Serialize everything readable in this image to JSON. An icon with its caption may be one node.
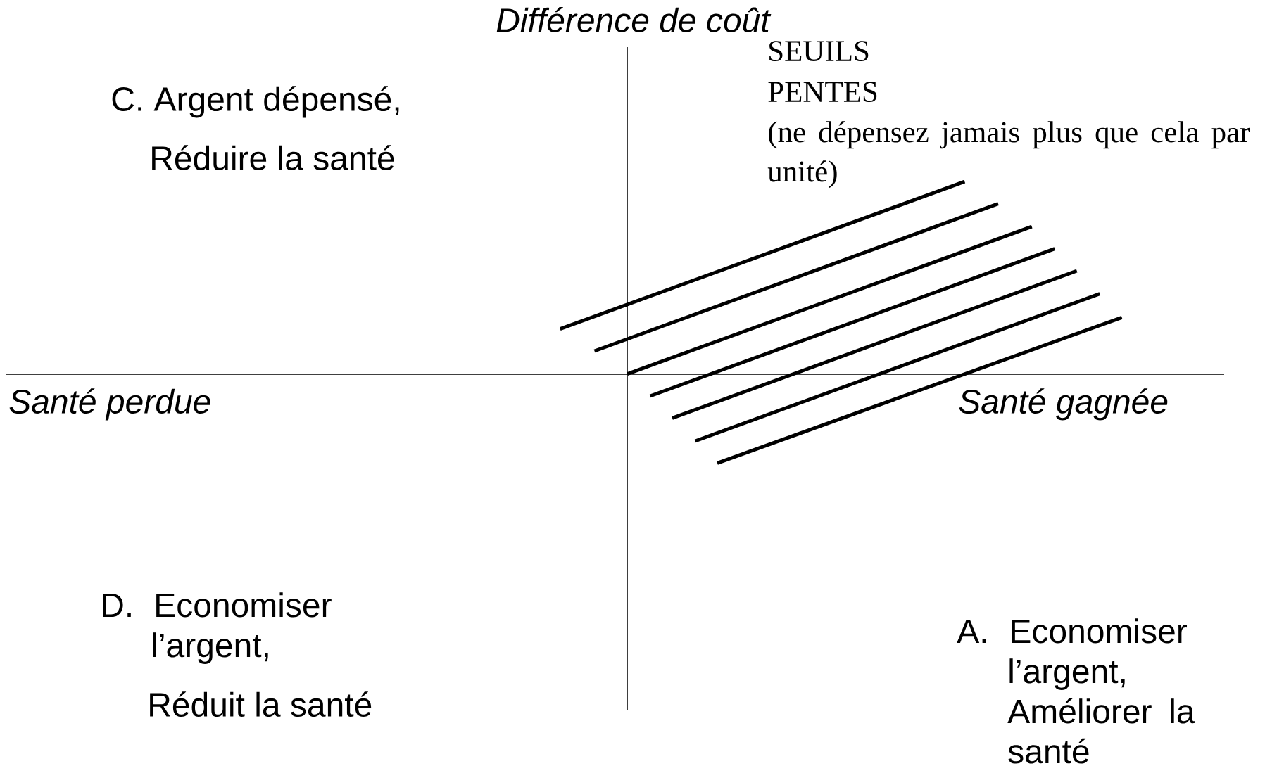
{
  "diagram": {
    "labels": [
      "Différence de coût",
      "SEUILS",
      "PENTES",
      "(ne dépensez jamais plus que cela par unité)",
      "C. Argent dépensé,",
      "Réduire la santé",
      "Santé perdue",
      "Santé gagnée",
      "D. Economiser l’argent,",
      "Réduit la santé",
      "A. Economiser l’argent, Améliorer la santé"
    ]
  }
}
